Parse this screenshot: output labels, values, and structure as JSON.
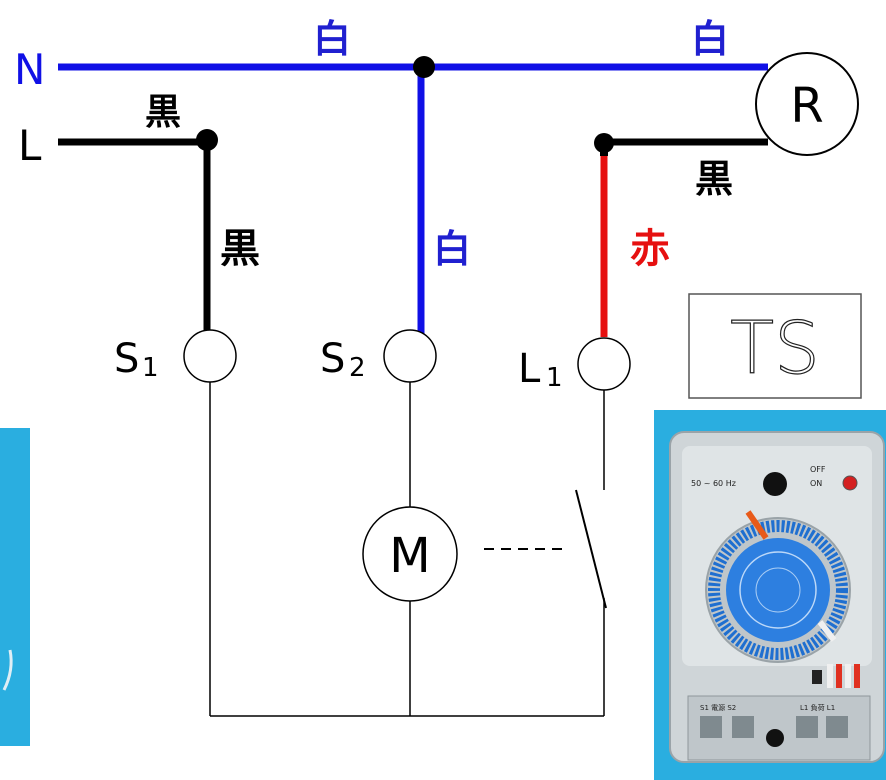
{
  "terminals": {
    "neutral": "N",
    "line": "L",
    "load": "R",
    "motor": "M",
    "s1_letter": "S",
    "s1_sub": "1",
    "s2_letter": "S",
    "s2_sub": "2",
    "l1_letter": "L",
    "l1_sub": "1"
  },
  "wire_labels": {
    "white_top_left": "白",
    "white_top_right": "白",
    "white_vertical": "白",
    "black_top": "黒",
    "black_vertical": "黒",
    "black_load": "黒",
    "red_vertical": "赤"
  },
  "device_box": {
    "label": "TS"
  },
  "timer_faceplate": {
    "freq_text": "50 ~ 60 Hz",
    "off_label": "OFF",
    "on_label": "ON",
    "supply_label": "S1 電源 S2",
    "load_label": "L1 負荷 L1"
  },
  "colors": {
    "white_wire": "#1010e6",
    "black_wire": "#000000",
    "red_wire": "#e61010",
    "photo_bg": "#29b0e0",
    "label_blue": "#2020d0"
  }
}
